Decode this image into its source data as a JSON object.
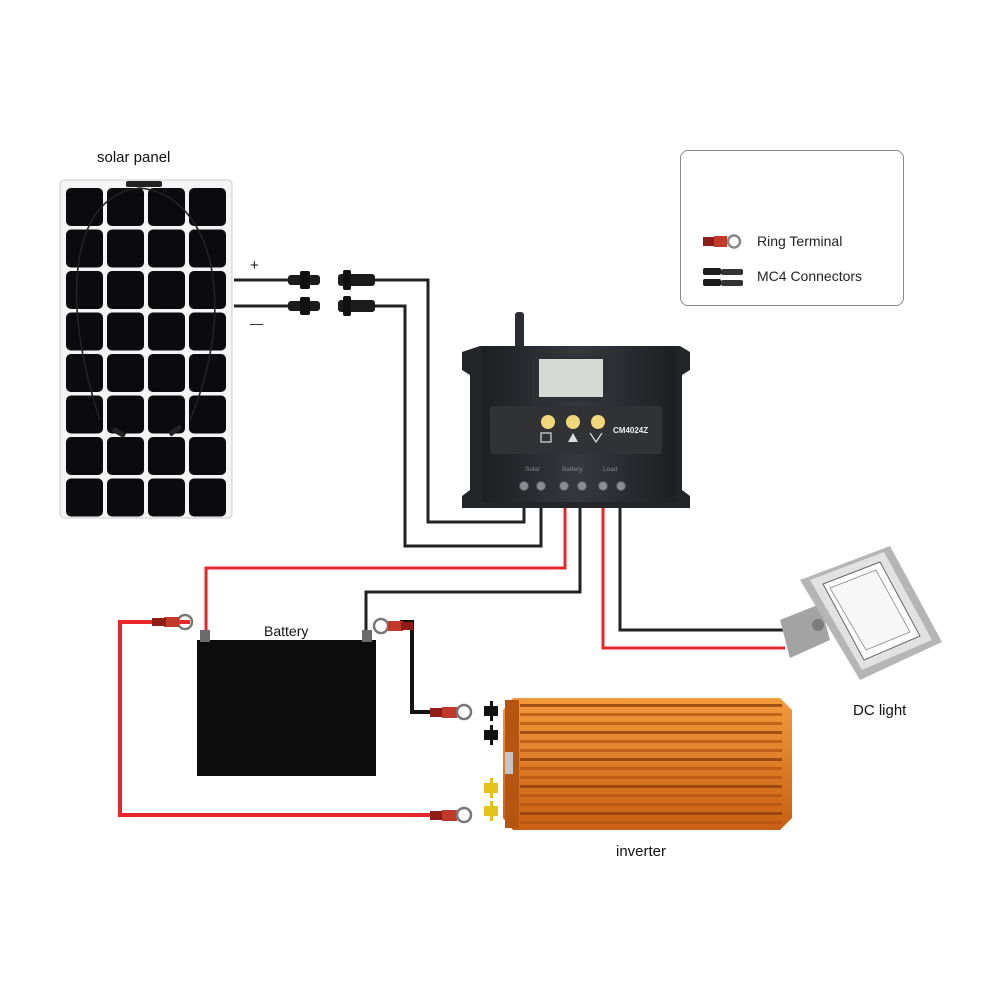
{
  "labels": {
    "solar_panel": "solar panel",
    "battery": "Battery",
    "dc_light": "DC light",
    "inverter": "inverter",
    "plus": "+",
    "minus": "—"
  },
  "controller": {
    "model": "CM4024Z",
    "terminal_groups": [
      "Solar",
      "Battery",
      "Load"
    ]
  },
  "legend": {
    "ring_terminal": "Ring Terminal",
    "mc4_connectors": "MC4 Connectors"
  },
  "colors": {
    "positive_wire": "#e8262b",
    "negative_wire": "#222222",
    "inverter": "#e2731c",
    "battery": "#0c0c0c",
    "controller": "#2a2c30",
    "knob": "#f0d77a"
  }
}
